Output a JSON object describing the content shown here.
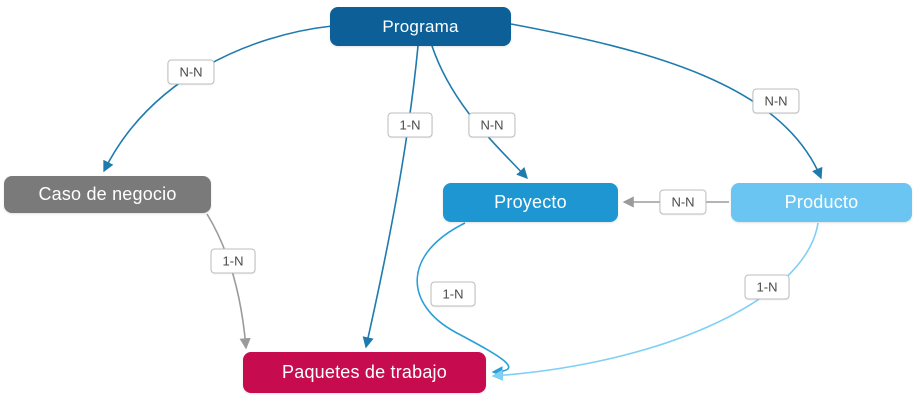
{
  "diagram": {
    "title": "Programa entity relationship concept map",
    "colors": {
      "programa": "#0d5f97",
      "caso_de_negocio": "#7a7a7a",
      "proyecto": "#1e96d2",
      "producto": "#6ac5f2",
      "paquetes_de_trabajo": "#c60b4e",
      "edge_dark": "#1f7bae",
      "edge_gray": "#9b9b9b",
      "edge_mid_blue": "#2a9fd8",
      "edge_light_blue": "#7fd0f5",
      "label_border": "#bdbdbd",
      "label_text": "#4a4a4a"
    },
    "nodes": {
      "programa": {
        "label": "Programa"
      },
      "caso_de_negocio": {
        "label": "Caso de negocio"
      },
      "proyecto": {
        "label": "Proyecto"
      },
      "producto": {
        "label": "Producto"
      },
      "paquetes_de_trabajo": {
        "label": "Paquetes de trabajo"
      }
    },
    "edges": [
      {
        "from": "Programa",
        "to": "Caso de negocio",
        "label": "N-N"
      },
      {
        "from": "Programa",
        "to": "Paquetes de trabajo",
        "label": "1-N"
      },
      {
        "from": "Programa",
        "to": "Proyecto",
        "label": "N-N"
      },
      {
        "from": "Programa",
        "to": "Producto",
        "label": "N-N"
      },
      {
        "from": "Producto",
        "to": "Proyecto",
        "label": "N-N"
      },
      {
        "from": "Caso de negocio",
        "to": "Paquetes de trabajo",
        "label": "1-N"
      },
      {
        "from": "Proyecto",
        "to": "Paquetes de trabajo",
        "label": "1-N"
      },
      {
        "from": "Producto",
        "to": "Paquetes de trabajo",
        "label": "1-N"
      }
    ]
  }
}
